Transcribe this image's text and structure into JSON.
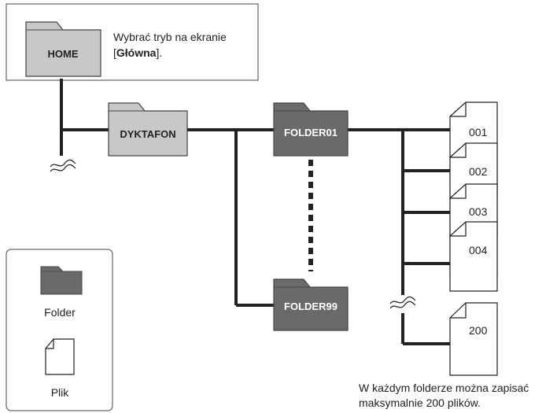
{
  "home": {
    "label": "HOME",
    "description_line1": "Wybrać tryb na ekranie",
    "description_open": "[",
    "description_bold": "Główna",
    "description_close": "]."
  },
  "folders": {
    "dyktafon": "DYKTAFON",
    "first": "FOLDER01",
    "last": "FOLDER99"
  },
  "files": [
    "001",
    "002",
    "003",
    "004",
    "200"
  ],
  "legend": {
    "folder_label": "Folder",
    "file_label": "Plik"
  },
  "note": {
    "line1": "W każdym folderze można zapisać",
    "line2": "maksymalnie 200 plików."
  },
  "colors": {
    "light_folder": "#c8c8c8",
    "dark_folder": "#6a6a6a",
    "line": "#222222"
  }
}
